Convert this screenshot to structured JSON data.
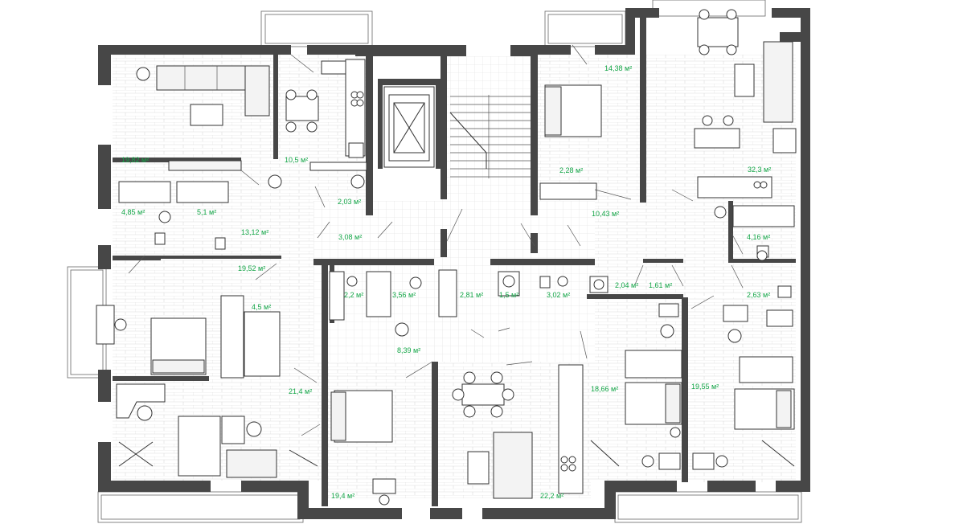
{
  "rooms": [
    {
      "id": "r1",
      "area": "19,82 м²"
    },
    {
      "id": "r2",
      "area": "10,5 м²"
    },
    {
      "id": "r3",
      "area": "14,38 м²"
    },
    {
      "id": "r4",
      "area": "32,3 м²"
    },
    {
      "id": "r5",
      "area": "2,03 м²"
    },
    {
      "id": "r6",
      "area": "2,28 м²"
    },
    {
      "id": "r7",
      "area": "4,85 м²"
    },
    {
      "id": "r8",
      "area": "5,1 м²"
    },
    {
      "id": "r9",
      "area": "10,43 м²"
    },
    {
      "id": "r10",
      "area": "13,12 м²"
    },
    {
      "id": "r11",
      "area": "3,08 м²"
    },
    {
      "id": "r12",
      "area": "4,16 м²"
    },
    {
      "id": "r13",
      "area": "19,52 м²"
    },
    {
      "id": "r14",
      "area": "2,2 м²"
    },
    {
      "id": "r15",
      "area": "3,56 м²"
    },
    {
      "id": "r16",
      "area": "2,81 м²"
    },
    {
      "id": "r17",
      "area": "1,5 м²"
    },
    {
      "id": "r18",
      "area": "3,02 м²"
    },
    {
      "id": "r19",
      "area": "2,04 м²"
    },
    {
      "id": "r20",
      "area": "1,61 м²"
    },
    {
      "id": "r21",
      "area": "2,63 м²"
    },
    {
      "id": "r22",
      "area": "4,5 м²"
    },
    {
      "id": "r23",
      "area": "8,39 м²"
    },
    {
      "id": "r24",
      "area": "21,4 м²"
    },
    {
      "id": "r25",
      "area": "18,66 м²"
    },
    {
      "id": "r26",
      "area": "19,55 м²"
    },
    {
      "id": "r27",
      "area": "19,4 м²"
    },
    {
      "id": "r28",
      "area": "22,2 м²"
    }
  ],
  "colors": {
    "area_label": "#12a546",
    "wall": "#474747",
    "floor_line": "#d6d6d6"
  }
}
